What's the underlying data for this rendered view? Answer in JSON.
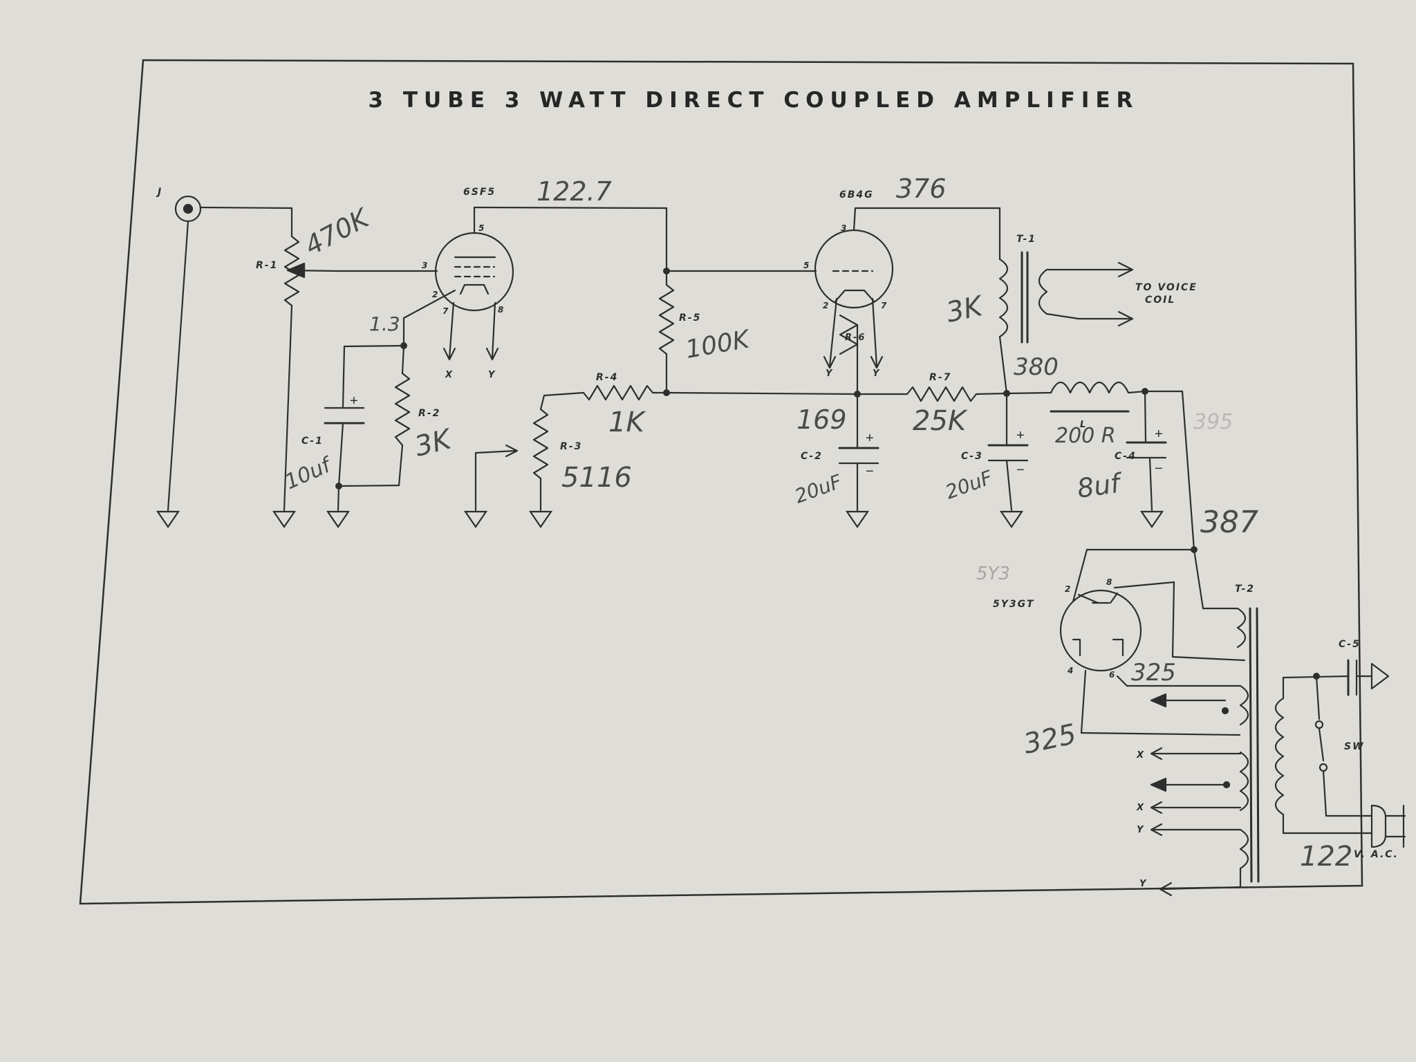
{
  "title": "3 TUBE 3 WATT DIRECT COUPLED AMPLIFIER",
  "tubes": [
    {
      "type": "6SF5",
      "voltage": "122.7"
    },
    {
      "type": "6B4G",
      "voltage": "376"
    },
    {
      "type": "5Y3GT",
      "voltage": "5Y3"
    }
  ],
  "components": {
    "jack": "J",
    "r1": "R-1",
    "r2": "R-2",
    "r3": "R-3",
    "r4": "R-4",
    "r5": "R-5",
    "r6": "R-6",
    "r7": "R-7",
    "c1": "C-1",
    "c2": "C-2",
    "c3": "C-3",
    "c4": "C-4",
    "c5": "C-5",
    "t1": "T-1",
    "t2": "T-2",
    "choke": "L",
    "switch": "SW",
    "plug": "V. A.C."
  },
  "pins": {
    "t1_p5": "5",
    "t1_p3": "3",
    "t1_p2": "2",
    "t1_p7": "7",
    "t1_p8": "8",
    "t2_p3": "3",
    "t2_p5": "5",
    "t2_p2": "2",
    "t2_p7": "7",
    "r_p2": "2",
    "r_p8": "8",
    "r_p4": "4",
    "r_p6": "6"
  },
  "heater_labels": {
    "x": "X",
    "y": "Y"
  },
  "voice_coil": {
    "line1": "TO VOICE",
    "line2": "COIL"
  },
  "handwritten": {
    "r1": "470K",
    "k1": "1.3",
    "c1": "10uf",
    "r2": "3K",
    "r3": "5116",
    "r4": "1K",
    "r5": "100K",
    "t1": "3K",
    "node169": "169",
    "r7": "25K",
    "node380": "380",
    "node395": "395",
    "choke": "200 R",
    "c2": "20uF",
    "c3": "20uF",
    "c4": "8uf",
    "node387": "387",
    "rect1": "325",
    "rect2": "325",
    "mains": "122"
  },
  "polarity": {
    "plus": "+",
    "minus": "−"
  },
  "colors": {
    "paper": "#dfddd8",
    "ink": "#2a2a2a",
    "pencil": "#4a4a4a"
  }
}
